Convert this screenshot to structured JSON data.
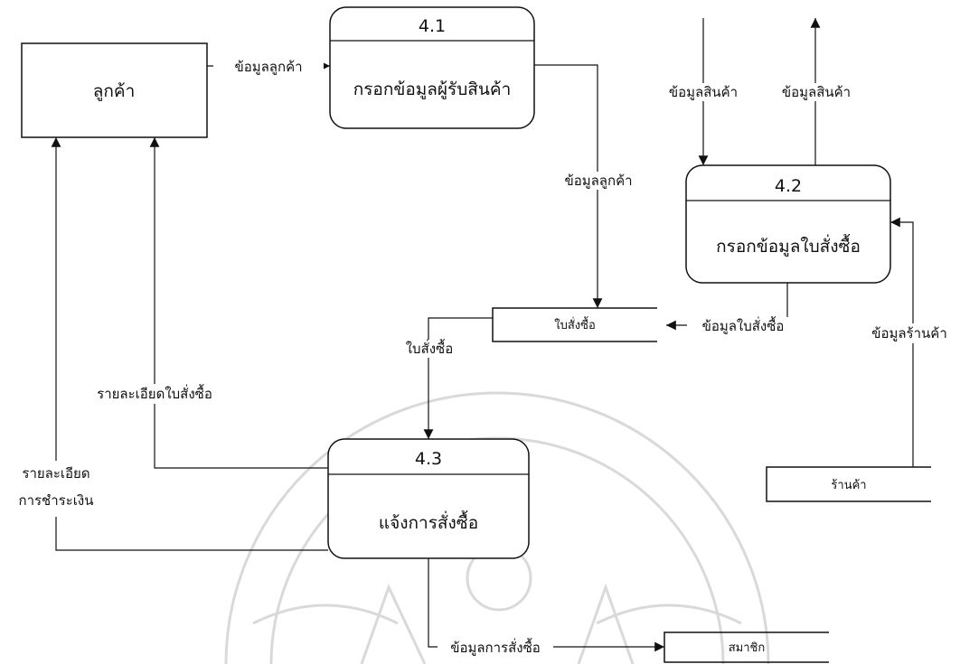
{
  "entity": {
    "name": "ลูกค้า"
  },
  "processes": [
    {
      "number": "4.1",
      "name": "กรอกข้อมูลผู้รับสินค้า"
    },
    {
      "number": "4.2",
      "name": "กรอกข้อมูลใบสั่งซื้อ"
    },
    {
      "number": "4.3",
      "name": "แจ้งการสั่งซื้อ"
    }
  ],
  "stores": {
    "order": "ใบสั่งซื้อ",
    "shop": "ร้านค้า",
    "member": "สมาชิก"
  },
  "flows": {
    "customer_to_41": "ข้อมูลลูกค้า",
    "p41_to_order": "ข้อมูลลูกค้า",
    "product_in": "ข้อมูลสินค้า",
    "product_out": "ข้อมูลสินค้า",
    "p42_to_order": "ข้อมูลใบสั่งซื้อ",
    "shop_to_42": "ข้อมูลร้านค้า",
    "order_to_43": "ใบสั่งซื้อ",
    "p43_detail_line1": "รายละเอียด",
    "p43_detail_line2": "การชำระเงิน",
    "p43_order_detail": "รายละเอียดใบสั่งซื้อ",
    "p43_to_member": "ข้อมูลการสั่งซื้อ"
  }
}
